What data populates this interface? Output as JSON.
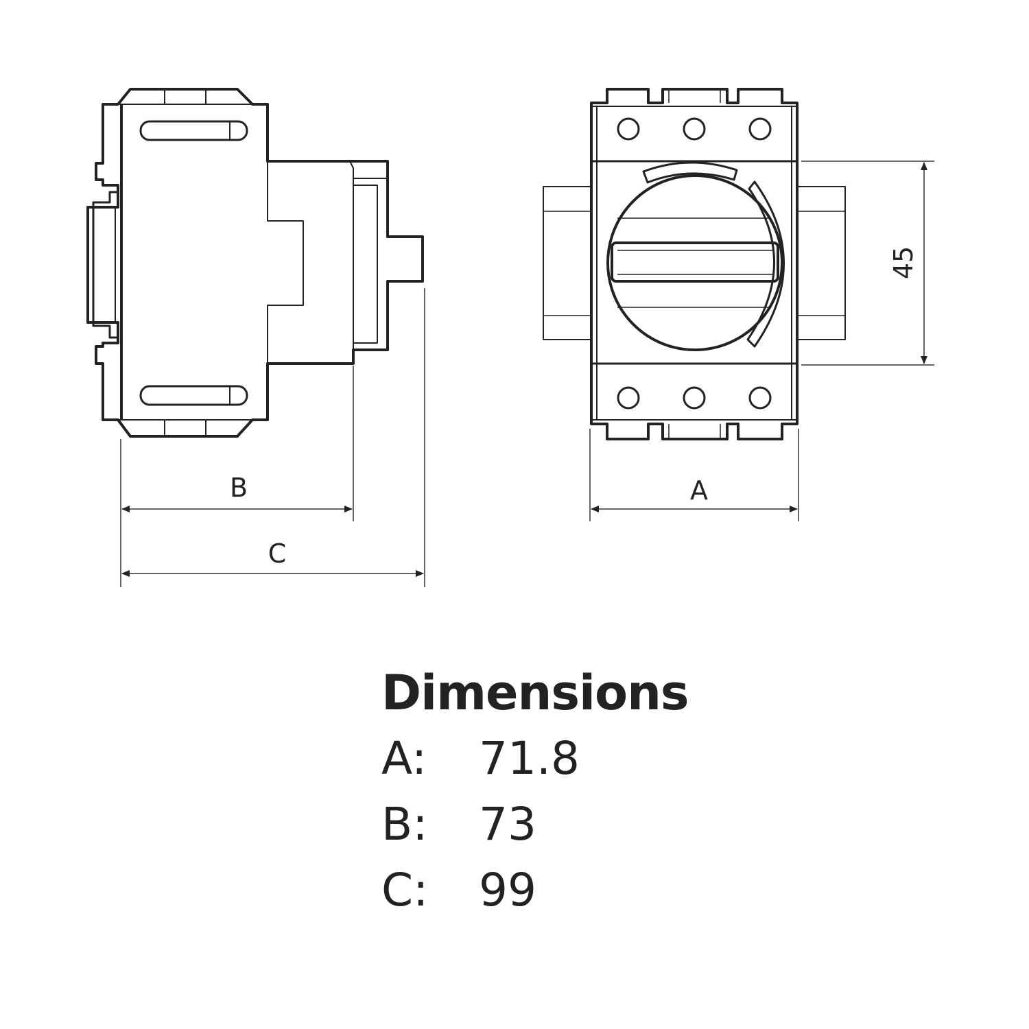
{
  "drawing": {
    "side_view": {
      "dim_b_label": "B",
      "dim_c_label": "C"
    },
    "front_view": {
      "dim_a_label": "A",
      "dim_height_label": "45"
    }
  },
  "spec": {
    "title": "Dimensions",
    "rows": [
      {
        "key": "A:",
        "value": "71.8"
      },
      {
        "key": "B:",
        "value": "73"
      },
      {
        "key": "C:",
        "value": "99"
      }
    ]
  }
}
